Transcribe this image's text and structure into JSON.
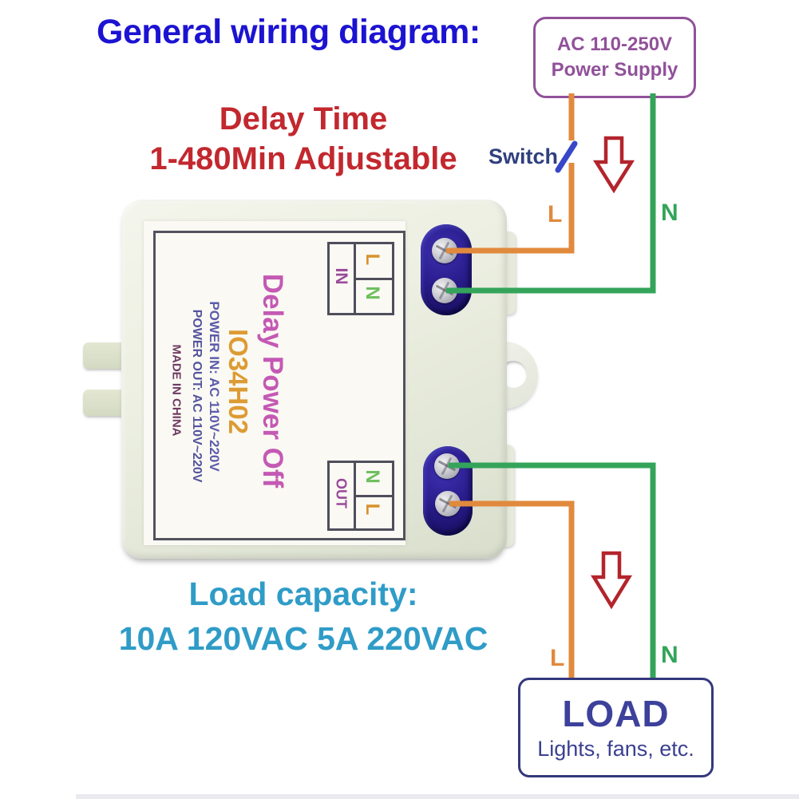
{
  "title": "General wiring diagram:",
  "delay_heading": {
    "line1": "Delay Time",
    "line2": "1-480Min Adjustable"
  },
  "power_supply": {
    "line1": "AC 110-250V",
    "line2": "Power Supply"
  },
  "switch_label": "Switch",
  "wire_labels": {
    "top_live": "L",
    "top_neutral": "N",
    "bottom_live": "L",
    "bottom_neutral": "N"
  },
  "module": {
    "title": "Delay Power Off",
    "model": "IO34H02",
    "power_in": "POWER IN: AC 110V~220V",
    "power_out": "POWER OUT: AC 110V~220V",
    "made_in": "MADE IN CHINA",
    "in_block": {
      "label": "IN",
      "top": "L",
      "bottom": "N"
    },
    "out_block": {
      "label": "OUT",
      "top": "N",
      "bottom": "L"
    }
  },
  "load_heading": {
    "line1": "Load capacity:",
    "line2": "10A 120VAC 5A 220VAC"
  },
  "load_box": {
    "title": "LOAD",
    "subtitle": "Lights, fans, etc."
  },
  "colors": {
    "title_blue": "#1c13d2",
    "red_text": "#c2282e",
    "cyan_text": "#2f9cc7",
    "live_wire": "#e18a3d",
    "neutral_wire": "#34a45a",
    "arrow_red": "#b3242c",
    "switch_blue": "#3847c8",
    "switch_text": "#30407f",
    "supply_text": "#91519a",
    "load_title": "#3d419b",
    "load_subtitle": "#3c4090",
    "label_pink": "#c459b4",
    "label_orange": "#dd9b33",
    "label_blue": "#5b5bab",
    "label_darkblue": "#54549e",
    "label_maroon": "#6d3a62",
    "cell_purple": "#994a9a",
    "cell_orange": "#d8922f",
    "cell_green": "#6fbf5e"
  }
}
